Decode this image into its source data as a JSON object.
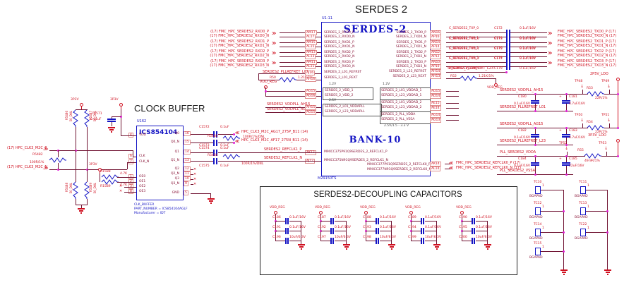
{
  "title": "SERDES 2",
  "colors": {
    "wire": "#701332",
    "accent_blue": "#1414c4",
    "net_red": "#cf1020",
    "junction_magenta": "#e11ad6"
  },
  "clock_buffer": {
    "section_title": "CLOCK BUFFER",
    "refdes": "U162",
    "chip_name": "ICS854104",
    "notes": [
      "CLK_BUFFER",
      "PART_NUMBER = ICS854104AGLF",
      "Manufacturer = IDT"
    ],
    "rail": "3P3V",
    "inputs": {
      "p": "(17)  HPC_CLK3_M2C_P",
      "n": "(17)  HPC_CLK3_M2C_N"
    },
    "r_in": {
      "ref": "R5482",
      "val": "100R/1%"
    },
    "term": [
      {
        "ref": "R5486",
        "val": "50_DNL"
      },
      {
        "ref": "R5487",
        "val": "50_DNL"
      },
      {
        "ref": "R5488",
        "val": "50_DNL"
      },
      {
        "ref": "R5489",
        "val": "50_DNL"
      }
    ],
    "c_in": {
      "ref": "C1571",
      "val": "0.01uF"
    },
    "pullups": [
      {
        "ref": "R1588",
        "val": "4.7K"
      },
      {
        "ref": "R1589",
        "val": "4.7K"
      }
    ],
    "pins_left": [
      {
        "num": "4",
        "name": "VDD"
      },
      {
        "num": "6",
        "name": "CLK"
      },
      {
        "num": "7",
        "name": "CLK_N"
      },
      {
        "num": "1",
        "name": "OE0"
      },
      {
        "num": "2",
        "name": "OE1"
      },
      {
        "num": "3",
        "name": "OE2"
      },
      {
        "num": "8",
        "name": "OE3"
      }
    ],
    "pins_right": [
      {
        "num": "16",
        "name": "Q0"
      },
      {
        "num": "15",
        "name": "Q0_N"
      },
      {
        "num": "14",
        "name": "Q1"
      },
      {
        "num": "13",
        "name": "Q1_N"
      },
      {
        "num": "12",
        "name": "Q2"
      },
      {
        "num": "11",
        "name": "Q2_N"
      },
      {
        "num": "10",
        "name": "Q3"
      },
      {
        "num": "9",
        "name": "Q3_N"
      },
      {
        "num": "5",
        "name": "GND"
      }
    ],
    "out_caps": [
      {
        "ref": "C1572",
        "val": "0.1uF"
      },
      {
        "ref": "C1573",
        "val": "0.1uF"
      },
      {
        "ref": "C1574",
        "val": "0.1uF"
      },
      {
        "ref": "C1575",
        "val": "0.1uF"
      }
    ],
    "out_res": [
      {
        "ref": "R5485",
        "val": "100R/1%/DNL"
      },
      {
        "ref": "R5484",
        "val": "100R/1%/DNL"
      }
    ],
    "out_nets": {
      "clk_p": "HPC_CLK3_M2C_AG17_275P_B11  (14)",
      "clk_n": "HPC_CLK3_M2C_AF17_275N_B11  (14)"
    }
  },
  "serdes": {
    "refdes": "U1-11",
    "name": "SERDES-2",
    "bank": "BANK-10",
    "part": "M29150TS",
    "rx": [
      {
        "ext_p": "(17)  FMC_HPC_SERDES2_RXD0_P",
        "ext_n": "(17)  FMC_HPC_SERDES2_RXD0_N",
        "pin_p": "AM17",
        "pin_n": "AL17",
        "sig_p": "SERDES_2_RXD0_P",
        "sig_n": "SERDES_2_RXD0_N"
      },
      {
        "ext_p": "(17)  FMC_HPC_SERDES2_RXD1_P",
        "ext_n": "(17)  FMC_HPC_SERDES2_RXD1_N",
        "pin_p": "AM15",
        "pin_n": "AL15",
        "sig_p": "SERDES_2_RXD1_P",
        "sig_n": "SERDES_2_RXD1_N"
      },
      {
        "ext_p": "(17)  FMC_HPC_SERDES2_RXD2_P",
        "ext_n": "(17)  FMC_HPC_SERDES2_RXD2_N",
        "pin_p": "AM13",
        "pin_n": "AL13",
        "sig_p": "SERDES_2_RXD2_P",
        "sig_n": "SERDES_2_RXD2_N"
      },
      {
        "ext_p": "(17)  FMC_HPC_SERDES2_RXD3_P",
        "ext_n": "(17)  FMC_HPC_SERDES2_RXD3_N",
        "pin_p": "AM11",
        "pin_n": "AL11",
        "sig_p": "SERDES_2_RXD3_P",
        "sig_n": "SERDES_2_RXD3_N"
      }
    ],
    "tx": [
      {
        "sig_p": "SERDES_2_TXD0_P",
        "sig_n": "SERDES_2_TXD0_N",
        "pin_p": "AN16",
        "pin_n": "AP16",
        "net_p": "C_SERDES2_TXP_0",
        "net_n": "C_SERDES2_TXN_0",
        "cap_p": "C172",
        "cap_n": "C173",
        "cap_val": "0.1uF/16V",
        "ext_p": "FMC_HPC_SERDES2_TXD0_P  (17)",
        "ext_n": "FMC_HPC_SERDES2_TXD0_N  (17)"
      },
      {
        "sig_p": "SERDES_2_TXD1_P",
        "sig_n": "SERDES_2_TXD1_N",
        "pin_p": "AN14",
        "pin_n": "AP14",
        "net_p": "C_SERDES2_TXP_1",
        "net_n": "C_SERDES2_TXN_1",
        "cap_p": "C174",
        "cap_n": "C175",
        "cap_val": "0.1uF/16V",
        "ext_p": "FMC_HPC_SERDES2_TXD1_P  (17)",
        "ext_n": "FMC_HPC_SERDES2_TXD1_N  (17)"
      },
      {
        "sig_p": "SERDES_2_TXD2_P",
        "sig_n": "SERDES_2_TXD2_N",
        "pin_p": "AN12",
        "pin_n": "AP12",
        "net_p": "C_SERDES2_TXP_2",
        "net_n": "C_SERDES2_TXN_2",
        "cap_p": "C176",
        "cap_n": "C177",
        "cap_val": "0.1uF/16V",
        "ext_p": "FMC_HPC_SERDES2_TXD2_P  (17)",
        "ext_n": "FMC_HPC_SERDES2_TXD2_N  (17)"
      },
      {
        "sig_p": "SERDES_2_TXD3_P",
        "sig_n": "SERDES_2_TXD3_N",
        "pin_p": "AN10",
        "pin_n": "AP10",
        "net_p": "C_SERDES2_TXP_3",
        "net_n": "C_SERDES2_TXN_3",
        "cap_p": "C178",
        "cap_n": "C179",
        "cap_val": "0.1uF/16V",
        "ext_p": "FMC_HPC_SERDES2_TXD3_P  (17)",
        "ext_n": "FMC_HPC_SERDES2_TXD3_N  (17)"
      }
    ],
    "left": {
      "refret": {
        "net": "SERDES2_PLLREFRET_L01",
        "r_ref": "R50",
        "r_val": "1.21K/1%",
        "pin_top": "AJ16",
        "pin_bot": "AH16",
        "sig_top": "SERDES_2_L01_REFRST",
        "sig_bot": "SERDES_2_L01_REXT"
      },
      "vdd_reg": "VDD_REG",
      "vdd": {
        "v": "1.2V",
        "pin_top": "AG15",
        "pin_bot": "AG16",
        "sig_top": "SERDES_2_VDD_1",
        "sig_bot": "SERDES_2_VDD_2"
      },
      "vddpll": {
        "v": "2.5V",
        "net_top": "SERDES2_VDDPLL_AH15",
        "net_bot": "SERDES2_VDDPLL_AG15",
        "pin_top": "AH15",
        "pin_bot": "AG15",
        "sig_top": "SERDES_2_L01_VDDAPLL",
        "sig_bot": "SERDES_2_L23_VDDAPLL"
      },
      "refclk1": {
        "net_p": "SERDES2_REFCLK1_P",
        "net_n": "SERDES2_REFCLK1_N",
        "pin_p": "AK12",
        "pin_n": "AJ12",
        "sig_p": "M9XCC375P91Q9SERDES_2_REFCLK1_P",
        "sig_n": "M9XCC375N91Q9SERDES_2_REFCLK1_N"
      }
    },
    "right": {
      "refret": {
        "net": "SERDES2_PLLREFRET_L23",
        "r_ref": "R52",
        "r_val": "1.21K/1%",
        "pin_top": "AH14",
        "pin_bot": "AH13",
        "sig_top": "SERDES_2_L23_REFRST",
        "sig_bot": "SERDES_2_L23_REXT",
        "vdd_reg": "VDD_REG"
      },
      "vddad1": {
        "v": "1.2V",
        "sig_top": "SERDES_2_L01_VDDAD_1",
        "sig_bot": "SERDES_2_L23_VDDAD_1",
        "pin_top": "AD15",
        "pin_bot": "AD14"
      },
      "vddad2": {
        "sig_top": "SERDES_2_L01_VDDAD_2",
        "sig_bot": "SERDES_2_L23_VDDAD_2",
        "pin_top": "AE15",
        "pin_bot": "AE14"
      },
      "pll": {
        "sig_top": "SERDES_2_PLL_VDDA",
        "sig_bot": "SERDES_2_PLL_VSSA",
        "pin_top": "AG14",
        "pin_bot": "AG13",
        "note": "2.5V/1.5 - 3.3 V"
      },
      "refclk0": {
        "sig_p": "M9XCC377P91Q9SERDES_2_REFCLK0_P",
        "sig_n": "M9XCC377N91Q9SERDES_2_REFCLK0_N",
        "pin_p": "AK14",
        "pin_n": "AL14",
        "ext_p": "FMC_HPC_SERDES2_REFCLK0_P  (17)",
        "ext_n": "FMC_HPC_SERDES2_REFCLK0_N  (17)"
      }
    }
  },
  "filters": {
    "rail_25": "2P5V_LDO",
    "rail_33": "3P3V_LDO",
    "sections": [
      {
        "net": "SERDES2_VDDPLL_AH15",
        "ret": "SERDES2_PLLREFRET_L01",
        "c1": "C180",
        "c1v": "0.1uF/16V",
        "c2": "C181",
        "c2v": "4.7uF/16V",
        "tp1": "TP48",
        "tp2": "TP49",
        "r": "R53",
        "rv": "22R/1%"
      },
      {
        "net": "SERDES2_VDDPLL_AG15",
        "ret": "SERDES2_PLLREFRET_L23",
        "c1": "C182",
        "c1v": "0.1uF/16V",
        "c2": "C183",
        "c2v": "4.7uF/16V",
        "tp1": "TP50",
        "tp2": "TP51",
        "r": "R54",
        "rv": "22R/1%"
      },
      {
        "net": "PLL_SERDES2_VDDA",
        "ret": "PLL_SERDES2_VSSA",
        "c1": "C184",
        "c1v": "0.1uF/16V",
        "c2": "C185",
        "c2v": "22uF/16V",
        "tp1": "TP52",
        "tp2": "TP53",
        "r": "R55",
        "rv": "49.9R/1%"
      }
    ],
    "plus": "+"
  },
  "decoupling": {
    "title": "SERDES2-DECOUPLING CAPACITORS",
    "rail": "VDD_REG",
    "groups": [
      {
        "caps": [
          {
            "ref": "C186",
            "val": "0.1uF/16V"
          },
          {
            "ref": "C191",
            "val": "0.1uF/16V"
          },
          {
            "ref": "C196",
            "val": "10uF/6.3V"
          }
        ]
      },
      {
        "caps": [
          {
            "ref": "C187",
            "val": "0.1uF/16V"
          },
          {
            "ref": "C192",
            "val": "0.1uF/16V"
          },
          {
            "ref": "C197",
            "val": "10uF/6.3V"
          }
        ]
      },
      {
        "caps": [
          {
            "ref": "C188",
            "val": "0.1uF/16V"
          },
          {
            "ref": "C193",
            "val": "0.1uF/16V"
          },
          {
            "ref": "C198",
            "val": "10uF/6.3V"
          }
        ]
      },
      {
        "caps": [
          {
            "ref": "C189",
            "val": "0.1uF/16V"
          },
          {
            "ref": "C194",
            "val": "0.1uF/16V"
          },
          {
            "ref": "C199",
            "val": "10uF/6.3V"
          }
        ]
      },
      {
        "caps": [
          {
            "ref": "C190",
            "val": "0.1uF/16V"
          },
          {
            "ref": "C195",
            "val": "0.1uF/16V"
          },
          {
            "ref": "C200",
            "val": "10uF/6.3V"
          }
        ]
      }
    ]
  },
  "tc_pads": {
    "part": "BGAPAD",
    "pin": "1",
    "items": [
      {
        "ref": "TC10"
      },
      {
        "ref": "TC11"
      },
      {
        "ref": "TC12"
      },
      {
        "ref": "TC13"
      },
      {
        "ref": "TC14"
      },
      {
        "ref": "TC22"
      },
      {
        "ref": "TC15"
      }
    ]
  }
}
